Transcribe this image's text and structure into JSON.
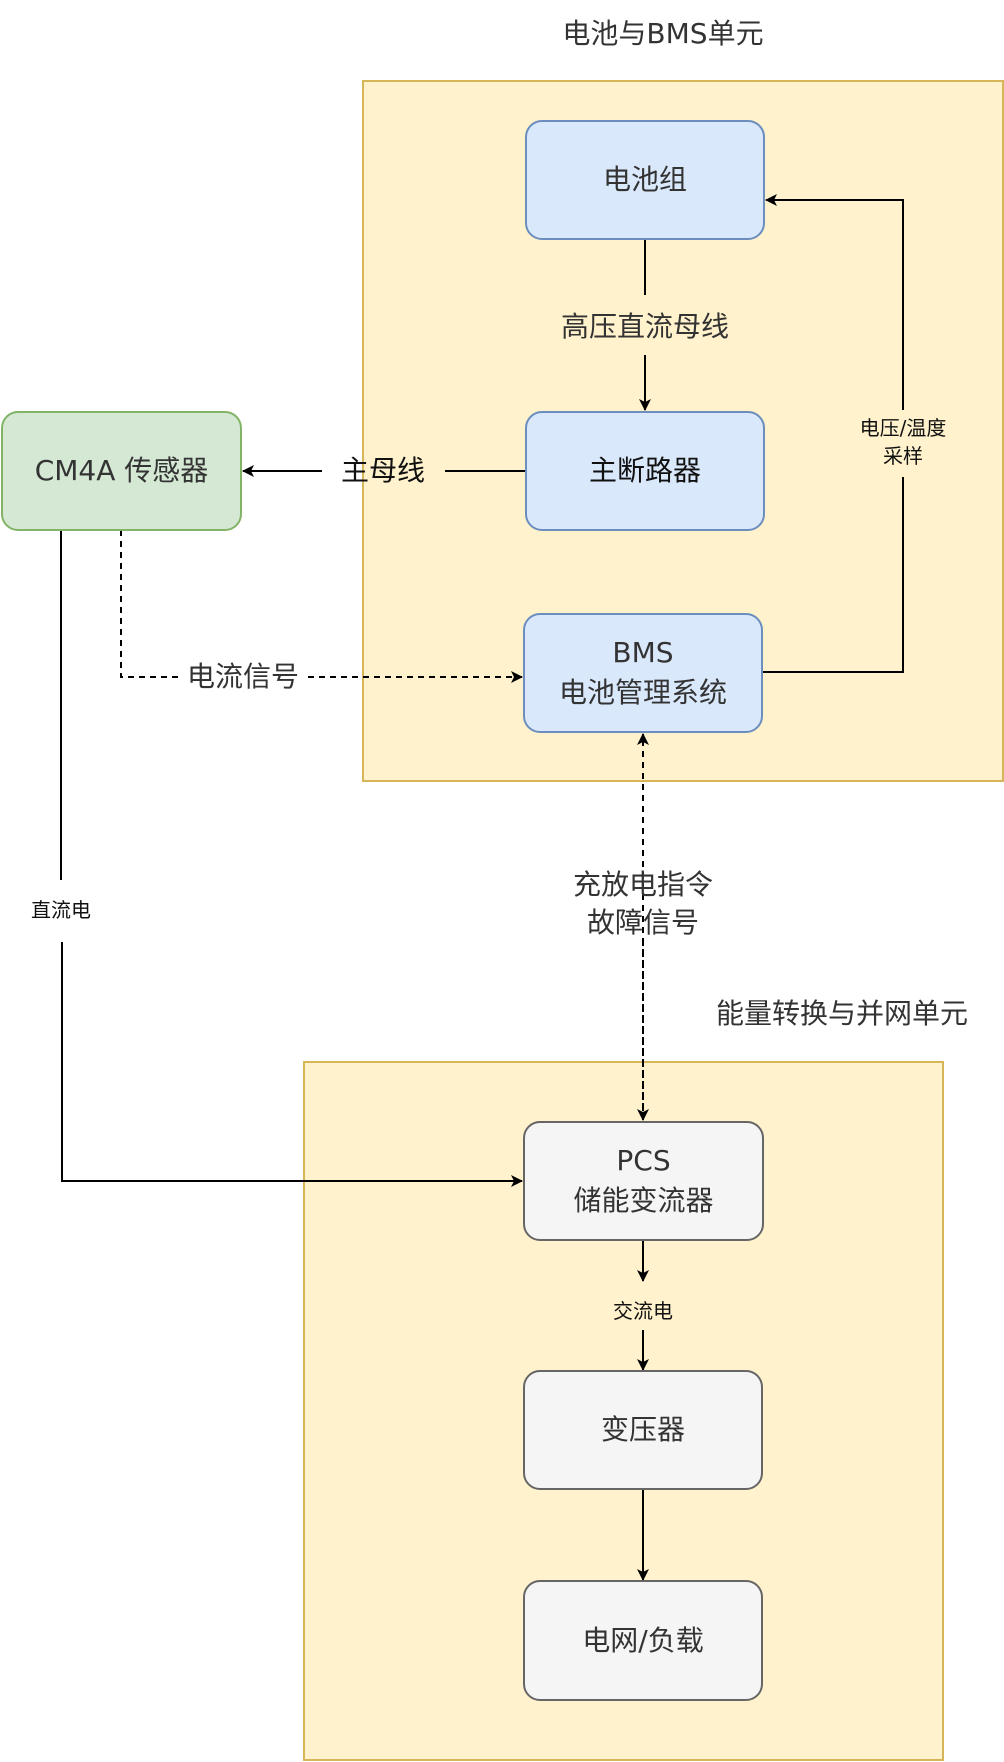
{
  "groups": {
    "battery_bms": {
      "title": "电池与BMS单元"
    },
    "conversion_grid": {
      "title": "能量转换与并网单元"
    }
  },
  "nodes": {
    "battery_pack": {
      "label": "电池组"
    },
    "main_breaker": {
      "label": "主断路器"
    },
    "bms": {
      "line1": "BMS",
      "line2": "电池管理系统"
    },
    "cm4a_sensor": {
      "label": "CM4A 传感器"
    },
    "pcs": {
      "line1": "PCS",
      "line2": "储能变流器"
    },
    "transformer": {
      "label": "变压器"
    },
    "grid_load": {
      "label": "电网/负载"
    }
  },
  "edges": {
    "hv_dc_bus": {
      "label": "高压直流母线"
    },
    "main_bus": {
      "label": "主母线"
    },
    "voltage_temp_sampling": {
      "line1": "电压/温度",
      "line2": "采样"
    },
    "current_signal": {
      "label": "电流信号"
    },
    "dc_power": {
      "label": "直流电"
    },
    "charge_fault": {
      "line1": "充放电指令",
      "line2": "故障信号"
    },
    "ac_power": {
      "label": "交流电"
    }
  },
  "colors": {
    "group_fill": "#fff2cc",
    "group_stroke": "#d6b656",
    "blue_fill": "#dae8fc",
    "blue_stroke": "#6c8ebf",
    "green_fill": "#d5e8d4",
    "green_stroke": "#82b366",
    "gray_fill": "#f5f5f5",
    "gray_stroke": "#666666"
  }
}
